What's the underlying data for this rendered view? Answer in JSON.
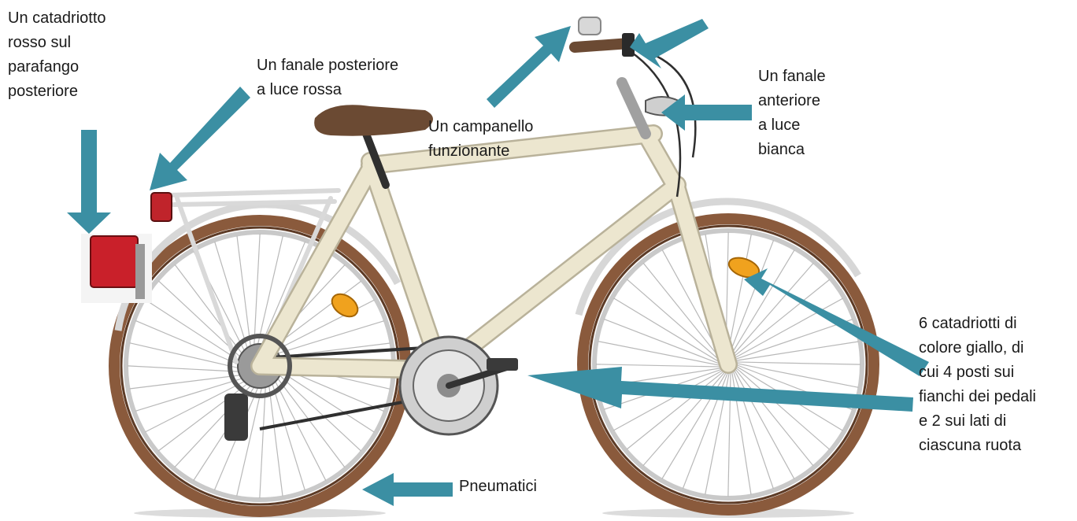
{
  "labels": {
    "rear_reflector": [
      "Un catadriotto",
      "rosso sul",
      "parafango",
      "posteriore"
    ],
    "rear_light": [
      "Un fanale posteriore",
      "a luce rossa"
    ],
    "bell": [
      "Un campanello",
      "funzionante"
    ],
    "front_light": [
      "Un fanale",
      "anteriore",
      "a luce",
      "bianca"
    ],
    "yellow_reflectors": [
      "6 catadriotti di",
      "colore giallo, di",
      "cui 4 posti sui",
      "fianchi dei pedali",
      "e 2 sui lati di",
      "ciascuna ruota"
    ],
    "tyres": [
      "Pneumatici"
    ]
  },
  "colors": {
    "arrow": "#3b8fa3",
    "frame": "#ece6cf",
    "frame_stroke": "#b9b29a",
    "tyre": "#8a5a3c",
    "rim": "#c9c9c9",
    "saddle": "#6b4a33",
    "rear_light": "#c0242b",
    "reflector_yellow": "#f0a21e"
  }
}
